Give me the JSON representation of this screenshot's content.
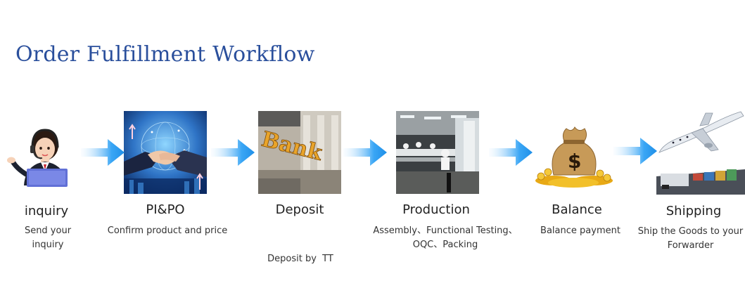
{
  "title": "Order Fulfillment Workflow",
  "colors": {
    "title": "#2a4f9c",
    "arrow": "#1f8fe8"
  },
  "steps": [
    {
      "title": "inquiry",
      "desc_lines": [
        "Send your",
        "inquiry"
      ],
      "icon": "customer-service-agent-icon"
    },
    {
      "title": "PI&PO",
      "desc_lines": [
        "Confirm product and price"
      ],
      "icon": "handshake-icon"
    },
    {
      "title": "Deposit",
      "desc_lines": [
        "Deposit by  TT"
      ],
      "icon": "bank-icon",
      "sign_text": "Bank"
    },
    {
      "title": "Production",
      "desc_lines": [
        "Assembly、Functional Testing、",
        "OQC、Packing"
      ],
      "icon": "factory-icon"
    },
    {
      "title": "Balance",
      "desc_lines": [
        "Balance payment"
      ],
      "icon": "money-bag-icon",
      "sign_text": "$"
    },
    {
      "title": "Shipping",
      "desc_lines": [
        "Ship the Goods to your",
        "Forwarder"
      ],
      "icon": "airplane-icon"
    }
  ]
}
